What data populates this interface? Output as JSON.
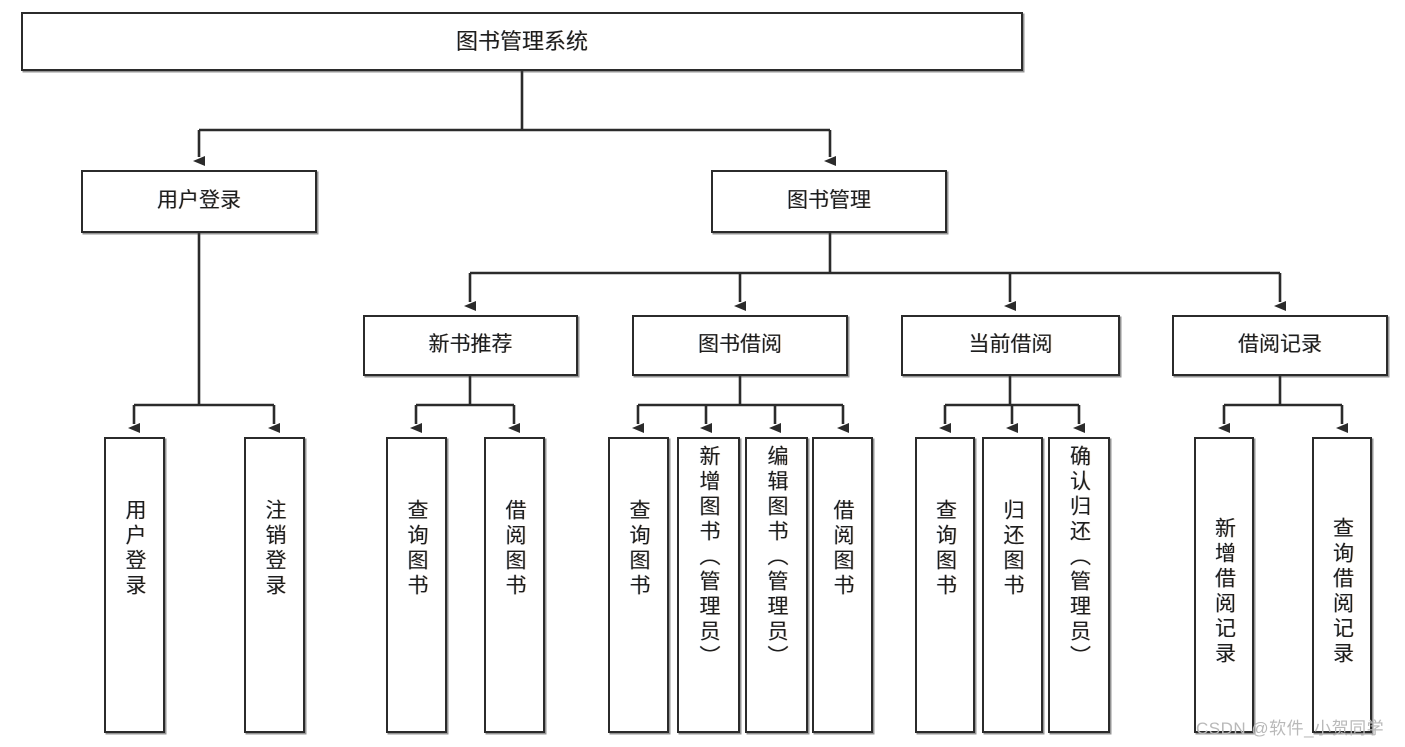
{
  "diagram": {
    "title": "图书管理系统",
    "type": "hierarchy-tree",
    "watermark": "CSDN @软件_小贺同学",
    "colors": {
      "box_border": "#2b2b2b",
      "box_fill": "#ffffff",
      "edge": "#2b2b2b",
      "text": "#1d1d1d",
      "watermark": "#b9b9b9"
    },
    "nodes": {
      "root": {
        "label": "图书管理系统"
      },
      "level2": [
        {
          "id": "user-login",
          "label": "用户登录"
        },
        {
          "id": "book-management",
          "label": "图书管理"
        }
      ],
      "level3": [
        {
          "id": "new-book-recommend",
          "label": "新书推荐"
        },
        {
          "id": "book-borrow",
          "label": "图书借阅"
        },
        {
          "id": "current-borrow",
          "label": "当前借阅"
        },
        {
          "id": "borrow-record",
          "label": "借阅记录"
        }
      ],
      "leaves": {
        "user_login": [
          {
            "id": "leaf-user-login",
            "label": "用户登录"
          },
          {
            "id": "leaf-logout",
            "label": "注销登录"
          }
        ],
        "new_book_recommend": [
          {
            "id": "leaf-query-book-1",
            "label": "查询图书"
          },
          {
            "id": "leaf-borrow-book-1",
            "label": "借阅图书"
          }
        ],
        "book_borrow": [
          {
            "id": "leaf-query-book-2",
            "label": "查询图书"
          },
          {
            "id": "leaf-add-book",
            "label": "新增图书（管理员）"
          },
          {
            "id": "leaf-edit-book",
            "label": "编辑图书（管理员）"
          },
          {
            "id": "leaf-borrow-book-2",
            "label": "借阅图书"
          }
        ],
        "current_borrow": [
          {
            "id": "leaf-query-book-3",
            "label": "查询图书"
          },
          {
            "id": "leaf-return-book",
            "label": "归还图书"
          },
          {
            "id": "leaf-confirm-return",
            "label": "确认归还（管理员）"
          }
        ],
        "borrow_record": [
          {
            "id": "leaf-add-record",
            "label": "新增借阅记录"
          },
          {
            "id": "leaf-query-record",
            "label": "查询借阅记录"
          }
        ]
      }
    }
  }
}
